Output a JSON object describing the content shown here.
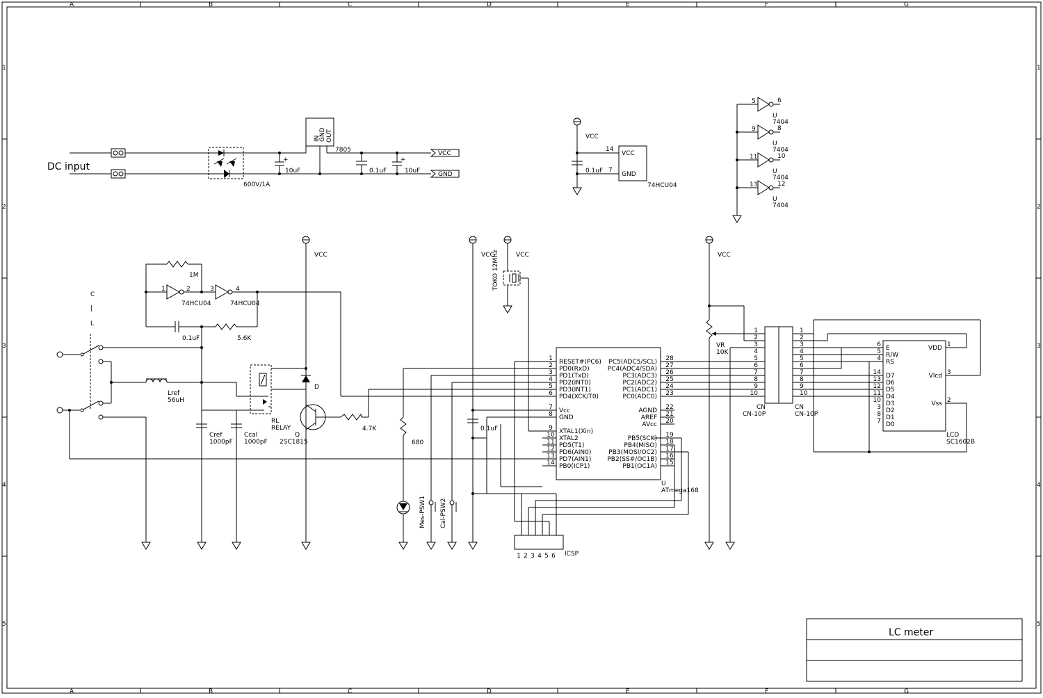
{
  "frame": {
    "columns": [
      "A",
      "B",
      "C",
      "D",
      "E",
      "F",
      "G"
    ],
    "rows": [
      "1",
      "2",
      "3",
      "4",
      "5"
    ]
  },
  "title_block": {
    "title": "LC meter"
  },
  "power": {
    "dc_input": "DC input",
    "bridge_rating": "600V/1A",
    "regulator": "7805",
    "reg_pins": [
      "IN",
      "GND",
      "OUT"
    ],
    "c_in": "10uF",
    "c_mid": "0.1uF",
    "c_out": "10uF",
    "vcc_label": "VCC",
    "gnd_label": "GND"
  },
  "hcu04_supply": {
    "vcc": "VCC",
    "cap": "0.1uF",
    "pin_vcc_num": "14",
    "pin_gnd_num": "7",
    "pin_vcc": "VCC",
    "pin_gnd": "GND",
    "part": "74HCU04"
  },
  "spare_gates": [
    {
      "in": "5",
      "out": "6",
      "ref": "U",
      "part": "7404"
    },
    {
      "in": "9",
      "out": "8",
      "ref": "U",
      "part": "7404"
    },
    {
      "in": "11",
      "out": "10",
      "ref": "U",
      "part": "7404"
    },
    {
      "in": "13",
      "out": "12",
      "ref": "U",
      "part": "7404"
    }
  ],
  "oscillator": {
    "r_fb": "1M",
    "g1_in": "1",
    "g1_out": "2",
    "g1_part": "74HCU04",
    "g2_in": "3",
    "g2_out": "4",
    "g2_part": "74HCU04",
    "c_couple": "0.1uF",
    "r_series": "5.6K",
    "sw_c": "C",
    "sw_l": "L",
    "lref": "Lref",
    "lref_val": "56uH",
    "cref": "Cref",
    "cref_val": "1000pF",
    "ccal": "Ccal",
    "ccal_val": "1000pF",
    "relay": "RL",
    "relay_type": "RELAY",
    "diode": "D",
    "transistor": "Q",
    "transistor_part": "2SC1815",
    "r_base": "4.7K",
    "r_led": "680",
    "vcc": "VCC"
  },
  "switches": {
    "sw1": "Mes-PSW1",
    "sw2": "Cal-PSW2"
  },
  "crystal": {
    "label": "TOKO 12MHz",
    "vcc": "VCC"
  },
  "mcu": {
    "ref": "U",
    "part": "ATmega168",
    "left_pins": [
      {
        "num": "1",
        "name": "RESET#(PC6)"
      },
      {
        "num": "2",
        "name": "PD0(RxD)"
      },
      {
        "num": "3",
        "name": "PD1(TxD)"
      },
      {
        "num": "4",
        "name": "PD2(INT0)"
      },
      {
        "num": "5",
        "name": "PD3(INT1)"
      },
      {
        "num": "6",
        "name": "PD4(XCK/T0)"
      },
      {
        "num": "7",
        "name": "Vcc"
      },
      {
        "num": "8",
        "name": "GND"
      },
      {
        "num": "9",
        "name": "XTAL1(Xin)"
      },
      {
        "num": "10",
        "name": "XTAL2"
      },
      {
        "num": "11",
        "name": "PD5(T1)"
      },
      {
        "num": "12",
        "name": "PD6(AIN0)"
      },
      {
        "num": "13",
        "name": "PD7(AIN1)"
      },
      {
        "num": "14",
        "name": "PB0(ICP1)"
      }
    ],
    "right_pins": [
      {
        "num": "28",
        "name": "PC5(ADC5/SCL)"
      },
      {
        "num": "27",
        "name": "PC4(ADC4/SDA)"
      },
      {
        "num": "26",
        "name": "PC3(ADC3)"
      },
      {
        "num": "25",
        "name": "PC2(ADC2)"
      },
      {
        "num": "24",
        "name": "PC1(ADC1)"
      },
      {
        "num": "23",
        "name": "PC0(ADC0)"
      },
      {
        "num": "22",
        "name": "AGND"
      },
      {
        "num": "21",
        "name": "AREF"
      },
      {
        "num": "20",
        "name": "AVcc"
      },
      {
        "num": "19",
        "name": "PB5(SCK)"
      },
      {
        "num": "18",
        "name": "PB4(MISO)"
      },
      {
        "num": "17",
        "name": "PB3(MOSI/OC2)"
      },
      {
        "num": "16",
        "name": "PB2(SS#/OC1B)"
      },
      {
        "num": "15",
        "name": "PB1(OC1A)"
      }
    ],
    "vcc": "VCC",
    "decoupling": "0.1uF"
  },
  "icsp": {
    "label": "ICSP",
    "pins": [
      "1",
      "2",
      "3",
      "4",
      "5",
      "6"
    ]
  },
  "contrast": {
    "vcc": "VCC",
    "ref": "VR",
    "value": "10K"
  },
  "connectors": {
    "pins": [
      "1",
      "2",
      "3",
      "4",
      "5",
      "6",
      "7",
      "8",
      "9",
      "10"
    ],
    "left_ref": "CN",
    "left_part": "CN-10P",
    "right_ref": "CN",
    "right_part": "CN-10P"
  },
  "lcd": {
    "ref": "LCD",
    "part": "SC1602B",
    "left_pins": [
      {
        "num": "6",
        "name": "E"
      },
      {
        "num": "5",
        "name": "R/W"
      },
      {
        "num": "4",
        "name": "RS"
      },
      {
        "num": "14",
        "name": "D7"
      },
      {
        "num": "13",
        "name": "D6"
      },
      {
        "num": "12",
        "name": "D5"
      },
      {
        "num": "11",
        "name": "D4"
      },
      {
        "num": "10",
        "name": "D3"
      },
      {
        "num": "3",
        "name": "D2"
      },
      {
        "num": "8",
        "name": "D1"
      },
      {
        "num": "7",
        "name": "D0"
      }
    ],
    "right_pins": [
      {
        "num": "1",
        "name": "VDD"
      },
      {
        "num": "3",
        "name": "Vlcd"
      },
      {
        "num": "2",
        "name": "Vss"
      }
    ]
  }
}
